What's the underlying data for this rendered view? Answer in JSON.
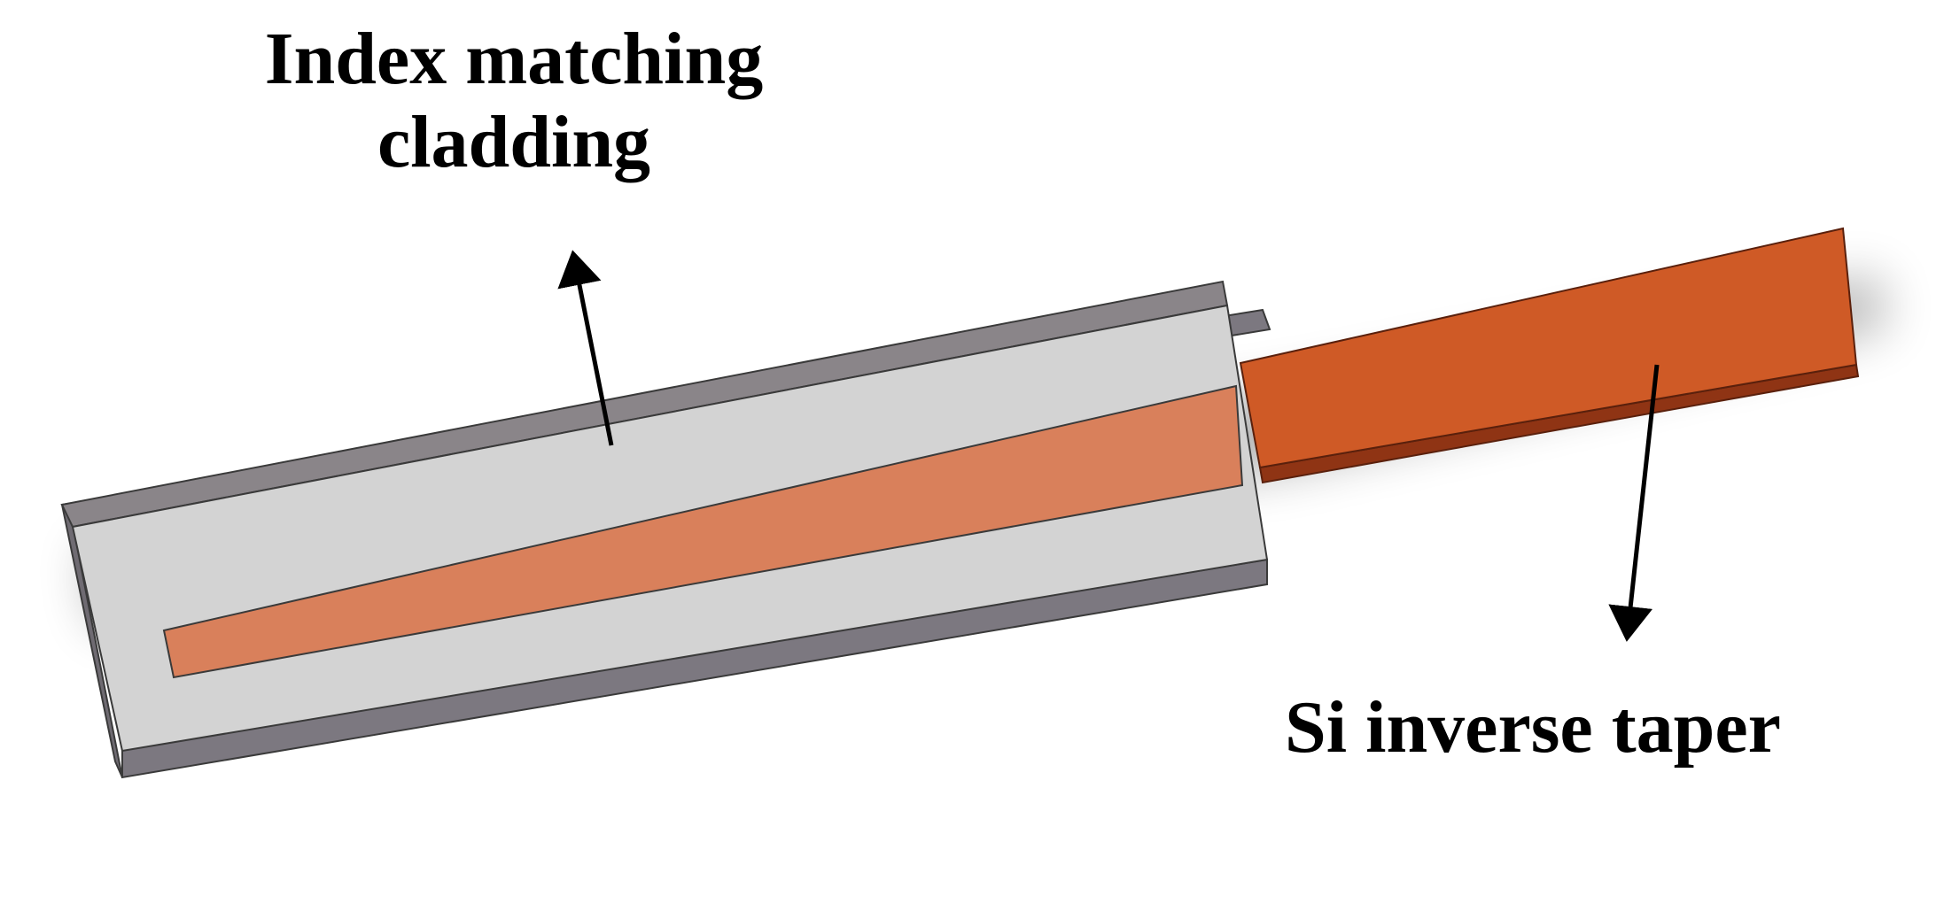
{
  "labels": {
    "cladding": {
      "line1": "Index matching",
      "line2": "cladding"
    },
    "taper": {
      "line1": "Si inverse taper"
    }
  },
  "colors": {
    "background": "#ffffff",
    "cladding_top": "#d3d3d3",
    "cladding_rim": "#8a8589",
    "cladding_side": "#7c7880",
    "taper_embedded": "#d9805b",
    "taper_exposed_top": "#cf5a26",
    "taper_exposed_side": "#8f3414",
    "arrow": "#000000",
    "edge": "#3a3a3a"
  }
}
